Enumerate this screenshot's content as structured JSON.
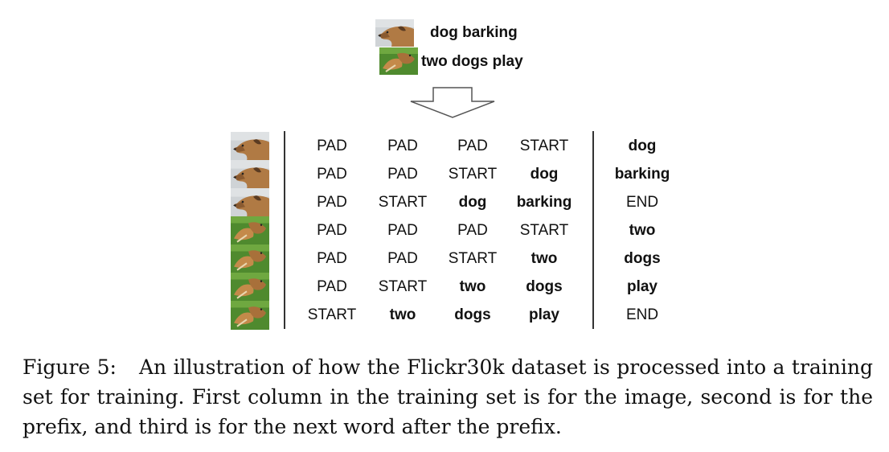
{
  "source_examples": [
    {
      "image": "dog-photo",
      "caption": "dog barking"
    },
    {
      "image": "two-dogs-photo",
      "caption": "two dogs play"
    }
  ],
  "table": {
    "rows": [
      {
        "image": "dog-photo",
        "prefix": [
          "PAD",
          "PAD",
          "PAD",
          "START"
        ],
        "next": "dog"
      },
      {
        "image": "dog-photo",
        "prefix": [
          "PAD",
          "PAD",
          "START",
          "dog"
        ],
        "next": "barking"
      },
      {
        "image": "dog-photo",
        "prefix": [
          "PAD",
          "START",
          "dog",
          "barking"
        ],
        "next": "END"
      },
      {
        "image": "two-dogs-photo",
        "prefix": [
          "PAD",
          "PAD",
          "PAD",
          "START"
        ],
        "next": "two"
      },
      {
        "image": "two-dogs-photo",
        "prefix": [
          "PAD",
          "PAD",
          "START",
          "two"
        ],
        "next": "dogs"
      },
      {
        "image": "two-dogs-photo",
        "prefix": [
          "PAD",
          "START",
          "two",
          "dogs"
        ],
        "next": "play"
      },
      {
        "image": "two-dogs-photo",
        "prefix": [
          "START",
          "two",
          "dogs",
          "play"
        ],
        "next": "END"
      }
    ]
  },
  "caption": {
    "label": "Figure 5:",
    "text": "An illustration of how the Flickr30k dataset is processed into a training set for training. First column in the training set is for the image, second is for the prefix, and third is for the next word after the prefix."
  }
}
